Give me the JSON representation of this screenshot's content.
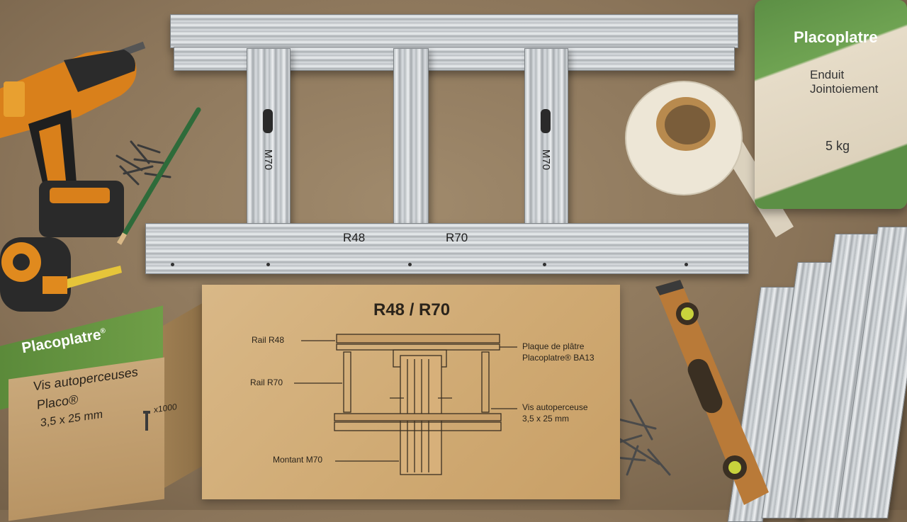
{
  "frame": {
    "top_rail_label": "",
    "bottom_rail_label_left": "R48",
    "bottom_rail_label_right": "R70",
    "stud_left_label": "M70",
    "stud_right_label": "M70"
  },
  "diagram": {
    "title": "R48 / R70",
    "labels": {
      "rail_r48": "Rail   R48",
      "rail_r70": "Rail   R70",
      "montant": "Montant  M70",
      "plaque_line1": "Plaque de plâtre",
      "plaque_line2": "Placoplatre® BA13",
      "vis_line1": "Vis autoperceuse",
      "vis_line2": "3,5 x 25 mm"
    }
  },
  "screw_box": {
    "brand": "Placoplatre",
    "brand_mark": "®",
    "line1": "Vis autoperceuses",
    "line2": "Placo®",
    "size": "3,5 x 25 mm",
    "count": "x1000"
  },
  "bag": {
    "brand": "Placoplatre",
    "line1": "Enduit",
    "line2": "Jointoiement",
    "weight": "5 kg"
  },
  "colors": {
    "floor": "#8a7459",
    "paper": "#d2ad78",
    "brand_green": "#6f9e47",
    "metal": "#d8dcdf",
    "drill_orange": "#e08a1e"
  },
  "icons": [
    "drill-icon",
    "tape-measure-icon",
    "pencil-icon",
    "screw-icon",
    "tape-roll-icon",
    "spirit-level-icon"
  ]
}
